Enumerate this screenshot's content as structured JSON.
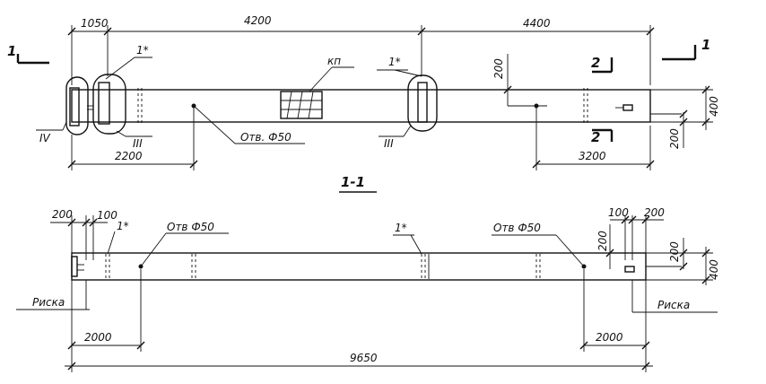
{
  "top_view": {
    "dim_1050": "1050",
    "dim_4200": "4200",
    "dim_4400": "4400",
    "dim_2200": "2200",
    "dim_3200": "3200",
    "dim_200_a": "200",
    "dim_200_b": "200",
    "dim_400": "400",
    "mark_1star_left": "1*",
    "mark_1star_mid": "1*",
    "mark_kp": "кп",
    "mark_IV": "IV",
    "mark_III_left": "III",
    "mark_III_mid": "III",
    "hole_label": "Отв. Ф50",
    "section_2_top": "2",
    "section_2_bottom": "2",
    "section_1_left": "1",
    "section_1_right": "1"
  },
  "section_view": {
    "title": "1-1",
    "dim_200_left": "200",
    "dim_100_left": "100",
    "dim_100_right": "100",
    "dim_200_right": "200",
    "dim_200_vert": "200",
    "dim_200_side": "200",
    "dim_400": "400",
    "dim_2000_left": "2000",
    "dim_2000_right": "2000",
    "dim_9650": "9650",
    "mark_1star_left": "1*",
    "mark_1star_mid": "1*",
    "hole_label_left": "Отв Ф50",
    "hole_label_right": "Отв Ф50",
    "riska_left": "Риска",
    "riska_right": "Риска"
  }
}
